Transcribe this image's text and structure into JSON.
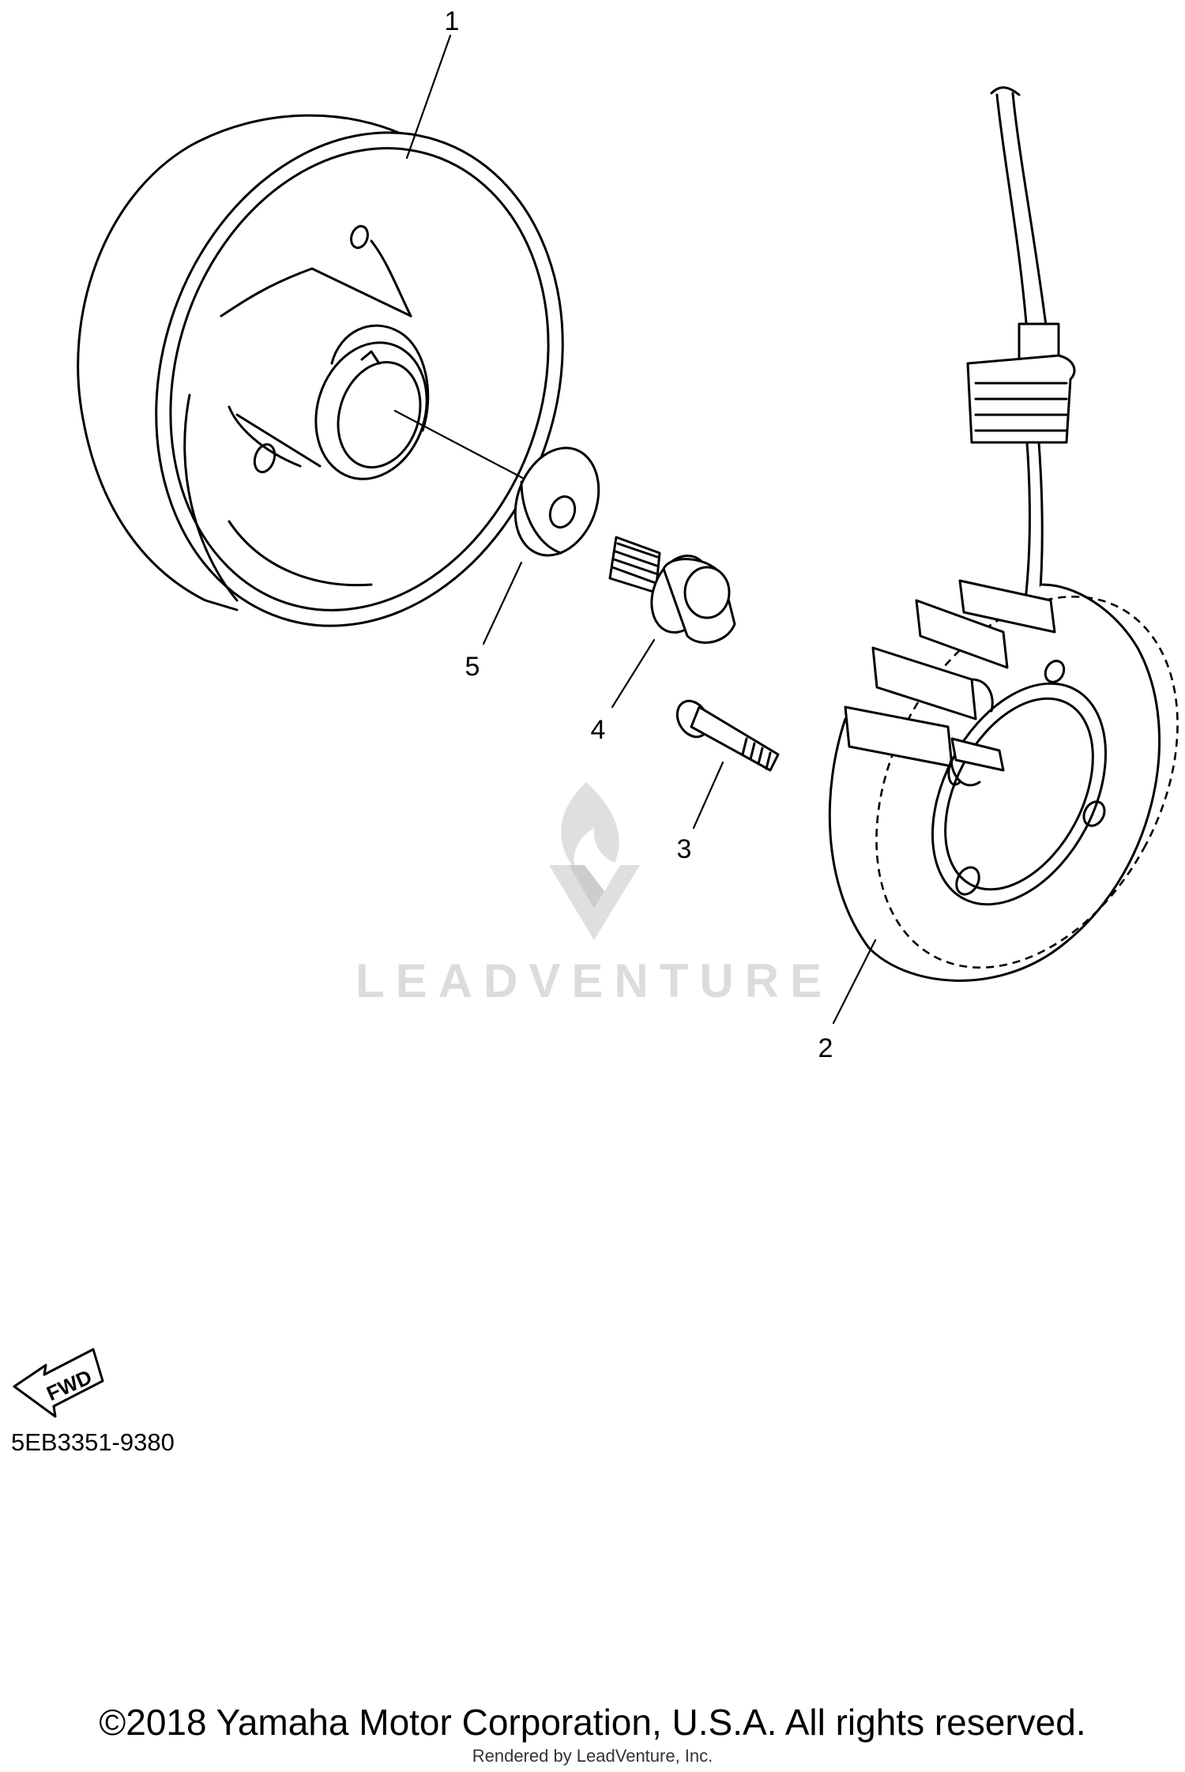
{
  "callouts": {
    "part1": "1",
    "part2": "2",
    "part3": "3",
    "part4": "4",
    "part5": "5"
  },
  "watermark": {
    "text": "LEADVENTURE",
    "color": "#d9d9d9"
  },
  "fwd_indicator": {
    "label": "FWD",
    "icon": "fwd-arrow-icon"
  },
  "part_number": "5EB3351-9380",
  "footer": {
    "copyright": "©2018 Yamaha Motor Corporation, U.S.A. All rights reserved.",
    "rendered_by": "Rendered by LeadVenture, Inc."
  }
}
